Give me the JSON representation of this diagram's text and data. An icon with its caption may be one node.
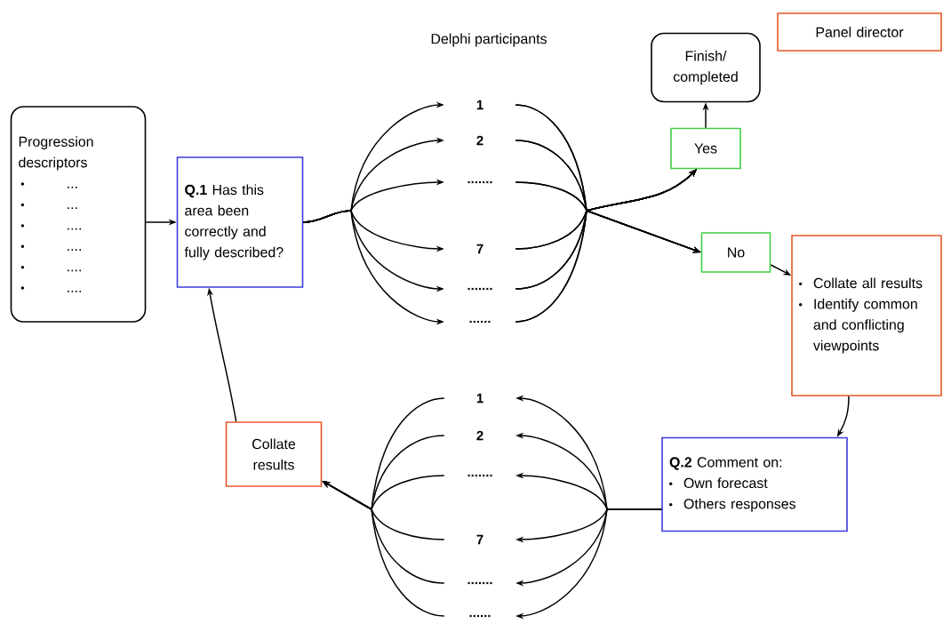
{
  "diagram": {
    "nodes": [
      {
        "text": [
          "Progression descriptors",
          "...",
          "...",
          "....",
          "....",
          "....",
          "...."
        ]
      },
      {
        "text": [
          "**Q.1** Has this area been correctly and fully described?"
        ]
      },
      {
        "text": [
          "1"
        ]
      },
      {
        "text": [
          "2"
        ]
      },
      {
        "text": [
          "......."
        ]
      },
      {
        "text": [
          "7"
        ]
      },
      {
        "text": [
          "......."
        ]
      },
      {
        "text": [
          "......"
        ]
      },
      {
        "text": [
          "Finish/ completed"
        ]
      },
      {
        "text": [
          "Yes"
        ]
      },
      {
        "text": [
          "No"
        ]
      },
      {
        "text": [
          "Panel director"
        ]
      },
      {
        "text": [
          "Collate all results",
          "Identify common and conflicting viewpoints"
        ]
      },
      {
        "text": [
          "**Q.2** Comment on:",
          "Own forecast",
          "Others responses"
        ]
      },
      {
        "text": [
          "1"
        ]
      },
      {
        "text": [
          "2"
        ]
      },
      {
        "text": [
          "......."
        ]
      },
      {
        "text": [
          "7"
        ]
      },
      {
        "text": [
          "......."
        ]
      },
      {
        "text": [
          "......"
        ]
      },
      {
        "text": [
          "Collate results"
        ]
      }
    ],
    "edges": [
      {
        "from": 0,
        "to": 1,
        "arrow": "to"
      },
      {
        "from": 1,
        "to": 2,
        "arrow": "to"
      },
      {
        "from": 1,
        "to": 3,
        "arrow": "to"
      },
      {
        "from": 1,
        "to": 4,
        "arrow": "to"
      },
      {
        "from": 1,
        "to": 5,
        "arrow": "to"
      },
      {
        "from": 1,
        "to": 6,
        "arrow": "to"
      },
      {
        "from": 1,
        "to": 7,
        "arrow": "to"
      },
      {
        "from": 2,
        "to": 9,
        "arrow": "to"
      },
      {
        "from": 3,
        "to": 9,
        "arrow": "to"
      },
      {
        "from": 4,
        "to": 9,
        "arrow": "to"
      },
      {
        "from": 5,
        "to": 9,
        "arrow": "to"
      },
      {
        "from": 6,
        "to": 9,
        "arrow": "to"
      },
      {
        "from": 7,
        "to": 9,
        "arrow": "to"
      },
      {
        "from": 2,
        "to": 10,
        "arrow": "to"
      },
      {
        "from": 3,
        "to": 10,
        "arrow": "to"
      },
      {
        "from": 4,
        "to": 10,
        "arrow": "to"
      },
      {
        "from": 5,
        "to": 10,
        "arrow": "to"
      },
      {
        "from": 6,
        "to": 10,
        "arrow": "to"
      },
      {
        "from": 7,
        "to": 10,
        "arrow": "to"
      },
      {
        "from": 9,
        "to": 8,
        "arrow": "to"
      },
      {
        "from": 10,
        "to": 12,
        "arrow": "to"
      },
      {
        "from": 12,
        "to": 13,
        "arrow": "to"
      },
      {
        "from": 13,
        "to": 14,
        "arrow": "to"
      },
      {
        "from": 13,
        "to": 15,
        "arrow": "to"
      },
      {
        "from": 13,
        "to": 16,
        "arrow": "to"
      },
      {
        "from": 13,
        "to": 17,
        "arrow": "to"
      },
      {
        "from": 13,
        "to": 18,
        "arrow": "to"
      },
      {
        "from": 13,
        "to": 19,
        "arrow": "to"
      },
      {
        "from": 14,
        "to": 20,
        "arrow": "to"
      },
      {
        "from": 15,
        "to": 20,
        "arrow": "to"
      },
      {
        "from": 16,
        "to": 20,
        "arrow": "to"
      },
      {
        "from": 17,
        "to": 20,
        "arrow": "to"
      },
      {
        "from": 18,
        "to": 20,
        "arrow": "to"
      },
      {
        "from": 19,
        "to": 20,
        "arrow": "to"
      },
      {
        "from": 20,
        "to": 1,
        "arrow": "to"
      }
    ],
    "labels": [
      "Delphi participants"
    ]
  }
}
